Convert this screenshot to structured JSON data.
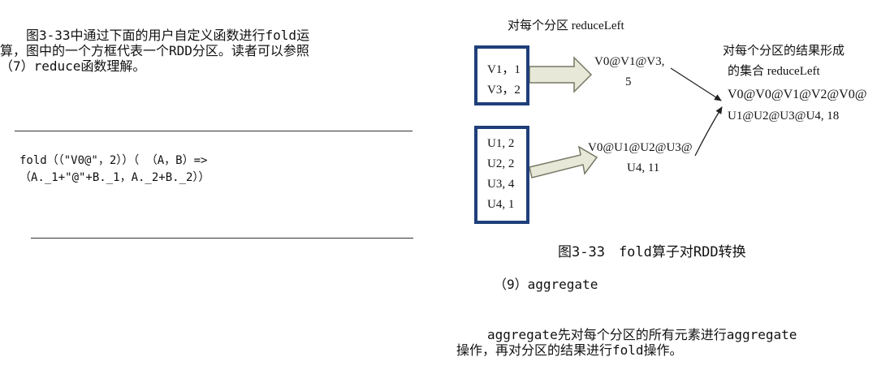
{
  "left_paragraph": {
    "line1": "图3-33中通过下面的用户自定义函数进行fold运",
    "line2": "算，图中的一个方框代表一个RDD分区。读者可以参照",
    "line3": "（7）reduce函数理解。"
  },
  "code_block": {
    "line1": "fold（（\"V0@\"，2））（ （A，B）=>",
    "line2": "（A._1+\"@\"+B._1，A._2+B._2））"
  },
  "diagram": {
    "top_label": "对每个分区 reduceLeft",
    "partition1": [
      "V1，1",
      "V3，2"
    ],
    "partition2": [
      "U1, 2",
      "U2, 2",
      "U3, 4",
      "U4, 1"
    ],
    "result1": [
      "V0@V1@V3,",
      "5"
    ],
    "result2": [
      "V0@U1@U2@U3@",
      "U4, 11"
    ],
    "right_label": [
      "对每个分区的结果形成",
      "的集合 reduceLeft"
    ],
    "final_result": [
      "V0@V0@V1@V2@V0@",
      "U1@U2@U3@U4, 18"
    ],
    "caption": "图3-33　fold算子对RDD转换",
    "colors": {
      "box_border": "#1f3f7a",
      "arrow_fill": "#e8e8d8",
      "arrow_stroke": "#777766"
    }
  },
  "section": {
    "heading": "（9）aggregate",
    "para_line1": "aggregate先对每个分区的所有元素进行aggregate",
    "para_line2": "操作，再对分区的结果进行fold操作。"
  }
}
